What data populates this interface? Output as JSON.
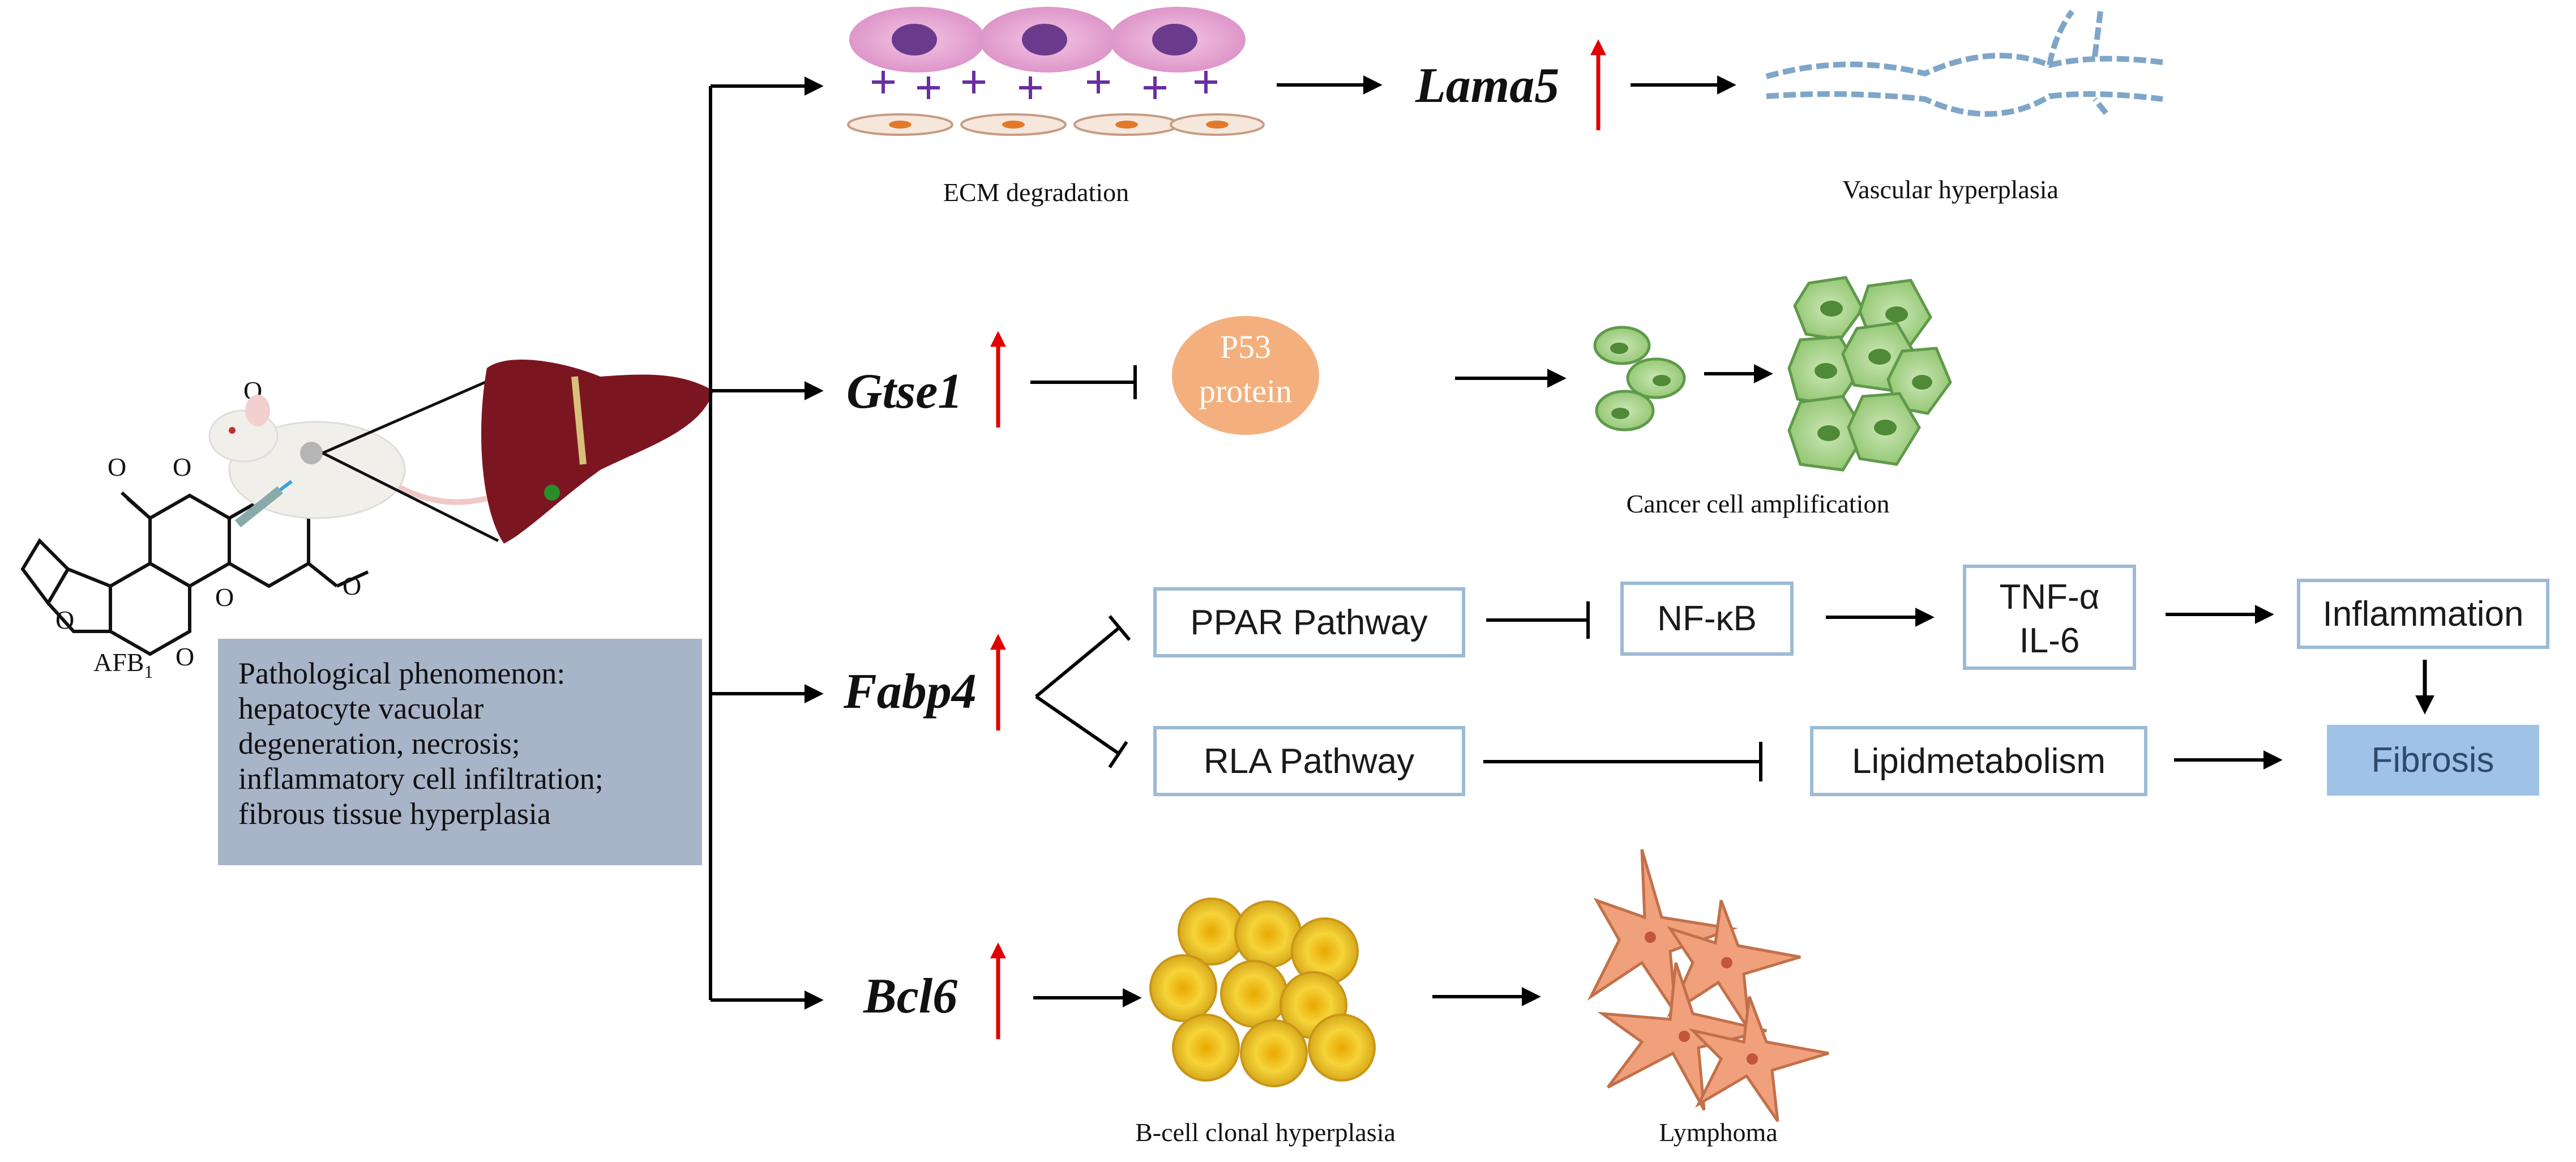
{
  "compound": {
    "label": "AFB",
    "subscript": "1"
  },
  "pathology": {
    "lines": [
      "Pathological phenomenon:",
      "hepatocyte vacuolar",
      "degeneration, necrosis;",
      "inflammatory cell infiltration;",
      "fibrous tissue hyperplasia"
    ]
  },
  "genes": {
    "lama5": "Lama5",
    "gtse1": "Gtse1",
    "fabp4": "Fabp4",
    "bcl6": "Bcl6"
  },
  "captions": {
    "ecm": "ECM degradation",
    "vascular": "Vascular hyperplasia",
    "cancer": "Cancer cell amplification",
    "bcell": "B-cell clonal hyperplasia",
    "lymphoma": "Lymphoma"
  },
  "p53": {
    "line1": "P53",
    "line2": "protein"
  },
  "boxes": {
    "ppar": "PPAR Pathway",
    "nfkb": "NF-κB",
    "tnf": "TNF-α",
    "il6": "IL-6",
    "inflammation": "Inflammation",
    "rla": "RLA Pathway",
    "lipid": "Lipidmetabolism",
    "fibrosis": "Fibrosis"
  },
  "colors": {
    "upArrow": "#e00000",
    "p53": "#f3b07e",
    "pathologyBox": "#a8b4c8",
    "boxBorder": "#9dbad6",
    "fibrosisFill": "#9ec3e6",
    "liver": "#7b1621",
    "cancerCell": "#a6d18a",
    "bCell": "#f2cc2c",
    "lymphoma": "#f0a07a",
    "ecmCell": "#e8a6d6",
    "vessel": "#9ab8d4"
  },
  "icons": [
    "rat-icon",
    "syringe-icon",
    "liver-icon",
    "ecm-cells-icon",
    "vessel-icon",
    "cancer-cells-icon",
    "b-cells-icon",
    "lymphoma-cells-icon",
    "aflatoxin-structure-icon"
  ]
}
